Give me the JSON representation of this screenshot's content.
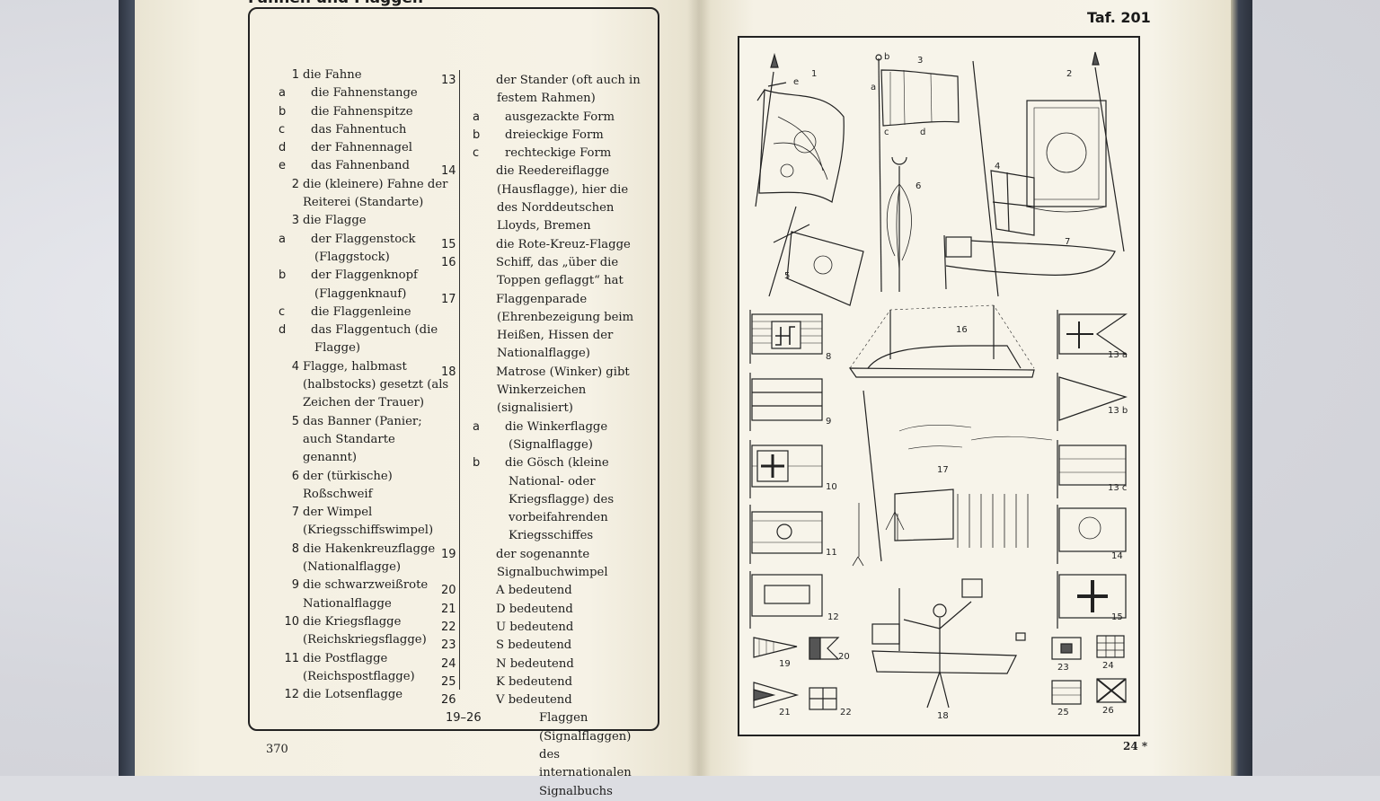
{
  "running_head": "Fahnen und Flaggen",
  "plate_number": "Taf. 201",
  "folio_left": "370",
  "folio_right": "24 *",
  "left_column": [
    {
      "num": "1",
      "text": "die Fahne"
    },
    {
      "letter": "a",
      "text": "die Fahnenstange"
    },
    {
      "letter": "b",
      "text": "die Fahnenspitze"
    },
    {
      "letter": "c",
      "text": "das Fahnentuch"
    },
    {
      "letter": "d",
      "text": "der Fahnennagel"
    },
    {
      "letter": "e",
      "text": "das Fahnenband"
    },
    {
      "num": "2",
      "text": "die (kleinere) Fahne der Reiterei (Standarte)"
    },
    {
      "num": "3",
      "text": "die Flagge"
    },
    {
      "letter": "a",
      "text": "der Flaggenstock (Flaggstock)"
    },
    {
      "letter": "b",
      "text": "der Flaggenknopf (Flaggenknauf)"
    },
    {
      "letter": "c",
      "text": "die Flaggenleine"
    },
    {
      "letter": "d",
      "text": "das Flaggentuch (die Flagge)"
    },
    {
      "num": "4",
      "text": "Flagge, halbmast (halbstocks) gesetzt (als Zeichen der Trauer)"
    },
    {
      "num": "5",
      "text": "das Banner (Panier; auch Standarte genannt)"
    },
    {
      "num": "6",
      "text": "der (türkische) Roßschweif"
    },
    {
      "num": "7",
      "text": "der Wimpel (Kriegsschiffswimpel)"
    },
    {
      "num": "8",
      "text": "die Hakenkreuzflagge (Nationalflagge)"
    },
    {
      "num": "9",
      "text": "die schwarzweißrote Nationalflagge"
    },
    {
      "num": "10",
      "text": "die Kriegsflagge (Reichskriegsflagge)"
    },
    {
      "num": "11",
      "text": "die Postflagge (Reichspostflagge)"
    },
    {
      "num": "12",
      "text": "die Lotsenflagge"
    }
  ],
  "right_column": [
    {
      "num": "13",
      "text": "der Stander (oft auch in festem Rahmen)"
    },
    {
      "letter": "a",
      "text": "ausgezackte Form"
    },
    {
      "letter": "b",
      "text": "dreieckige Form"
    },
    {
      "letter": "c",
      "text": "rechteckige Form"
    },
    {
      "num": "14",
      "text": "die Reedereiflagge (Hausflagge), hier die des Norddeutschen Lloyds, Bremen"
    },
    {
      "num": "15",
      "text": "die Rote-Kreuz-Flagge"
    },
    {
      "num": "16",
      "text": "Schiff, das „über die Toppen geflaggt“ hat"
    },
    {
      "num": "17",
      "text": "Flaggenparade (Ehrenbezeigung beim Heißen, Hissen der Nationalflagge)"
    },
    {
      "num": "18",
      "text": "Matrose (Winker) gibt Winkerzeichen (signalisiert)"
    },
    {
      "letter": "a",
      "text": "die Winkerflagge (Signalflagge)"
    },
    {
      "letter": "b",
      "text": "die Gösch (kleine National- oder Kriegsflagge) des vorbeifahrenden Kriegsschiffes"
    },
    {
      "num": "19",
      "text": "der sogenannte Signalbuchwimpel"
    },
    {
      "num": "20",
      "text": "A bedeutend"
    },
    {
      "num": "21",
      "text": "D bedeutend"
    },
    {
      "num": "22",
      "text": "U bedeutend"
    },
    {
      "num": "23",
      "text": "S bedeutend"
    },
    {
      "num": "24",
      "text": "N bedeutend"
    },
    {
      "num": "25",
      "text": "K bedeutend"
    },
    {
      "num": "26",
      "text": "V bedeutend"
    },
    {
      "note": "19–26",
      "text": "Flaggen (Signalflaggen) des internationalen Signalbuchs"
    }
  ],
  "plate_labels": {
    "l1": "1",
    "l2": "2",
    "l3": "3",
    "l4": "4",
    "l5": "5",
    "l6": "6",
    "l7": "7",
    "l8": "8",
    "l9": "9",
    "l10": "10",
    "l11": "11",
    "l12": "12",
    "l13a": "13 a",
    "l13b": "13 b",
    "l13c": "13 c",
    "l14": "14",
    "l15": "15",
    "l16": "16",
    "l17": "17",
    "l18": "18",
    "l19": "19",
    "l20": "20",
    "l21": "21",
    "l22": "22",
    "l23": "23",
    "l24": "24",
    "l25": "25",
    "l26": "26",
    "la": "a",
    "lb": "b",
    "lc": "c",
    "ld": "d",
    "le": "e"
  }
}
